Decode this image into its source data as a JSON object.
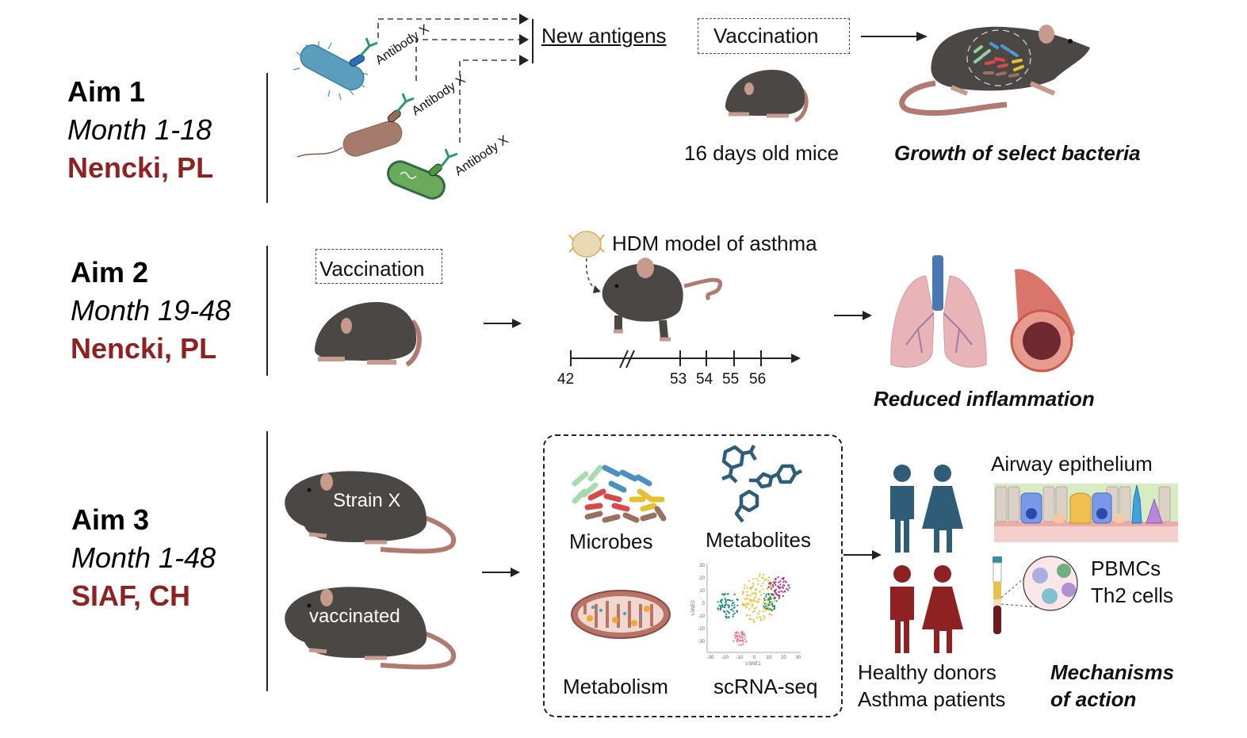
{
  "aims": [
    {
      "title": "Aim 1",
      "months": "Month 1-18",
      "site": "Nencki, PL"
    },
    {
      "title": "Aim 2",
      "months": "Month 19-48",
      "site": "Nencki, PL"
    },
    {
      "title": "Aim 3",
      "months": "Month 1-48",
      "site": "SIAF, CH"
    }
  ],
  "colors": {
    "site_red": "#8e2121",
    "mouse": "#4a4745",
    "people_blue": "#2f5d78",
    "people_red": "#8e2121"
  },
  "aim1": {
    "antibody_labels": [
      "Antibody X",
      "Antibody X",
      "Antibody X"
    ],
    "new_antigens": "New antigens",
    "vaccination": "Vaccination",
    "mice_label": "16 days old mice",
    "outcome": "Growth of select bacteria"
  },
  "aim2": {
    "vaccination": "Vaccination",
    "model_label": "HDM model of asthma",
    "timeline_ticks": [
      "42",
      "53",
      "54",
      "55",
      "56"
    ],
    "outcome": "Reduced inflammation"
  },
  "aim3": {
    "mouse_labels": [
      "Strain X",
      "vaccinated"
    ],
    "omics": [
      "Microbes",
      "Metabolites",
      "Metabolism",
      "scRNA-seq"
    ],
    "tsne": {
      "xlabel": "t-SNE1",
      "ylabel": "t-SNE2",
      "xticks": [
        "-30",
        "-20",
        "-10",
        "0",
        "10",
        "20",
        "30"
      ],
      "yticks": [
        "30",
        "20",
        "10",
        "0",
        "-10",
        "-20",
        "-30"
      ]
    },
    "cohort_labels": [
      "Healthy donors",
      "Asthma patients"
    ],
    "airway_label": "Airway epithelium",
    "pbmc_labels": [
      "PBMCs",
      "Th2 cells"
    ],
    "outcome_lines": [
      "Mechanisms",
      "of action"
    ]
  }
}
